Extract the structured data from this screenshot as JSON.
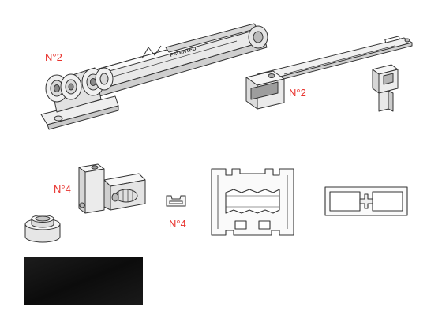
{
  "labels": {
    "roller_carriage_qty": "N°2",
    "bracket_arm_qty": "N°2",
    "glass_clamp_qty": "N°4",
    "gasket_qty": "N°4"
  },
  "emboss": {
    "brand_text": "PATENTED"
  },
  "colors": {
    "label_red": "#e8322d",
    "line": "#333333",
    "part_fill_light": "#f4f4f4",
    "part_fill_grey": "#dcdcdc",
    "part_fill_dark": "#9a9a9a",
    "finish_black": "#141414"
  }
}
